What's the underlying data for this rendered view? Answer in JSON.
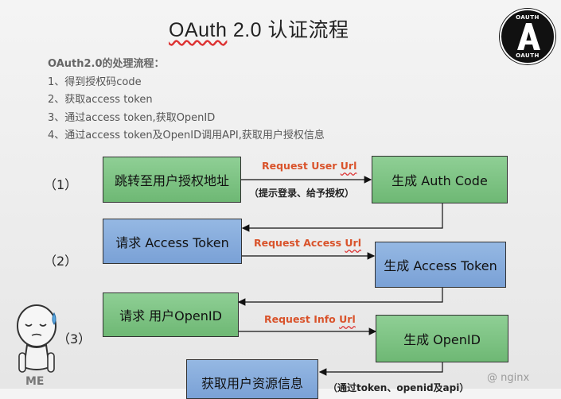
{
  "title": "OAuth 2.0 认证流程",
  "title_prefix": "OAuth",
  "title_rest": " 2.0 认证流程",
  "steps": {
    "heading": "OAuth2.0的处理流程：",
    "items": [
      "1、得到授权码code",
      "2、获取access token",
      "3、通过access token,获取OpenID",
      "4、通过access token及OpenID调用API,获取用户授权信息"
    ]
  },
  "phases": [
    "（1）",
    "（2）",
    "（3）"
  ],
  "boxes": {
    "redirect": "跳转至用户授权地址",
    "auth_code": "生成 Auth Code",
    "request_token": "请求 Access Token",
    "access_token": "生成 Access Token",
    "request_openid": "请求 用户OpenID",
    "openid": "生成 OpenID",
    "get_info": "获取用户资源信息"
  },
  "requests": {
    "user_url": {
      "prefix": "Request User ",
      "suffix": "Url"
    },
    "access_url": {
      "prefix": "Request Access ",
      "suffix": "Url"
    },
    "info_url": {
      "prefix": "Request Info ",
      "suffix": "Url"
    }
  },
  "notes": {
    "login": "（提示登录、给予授权）",
    "api": "（通过token、openid及api）"
  },
  "logo": {
    "top_text": "OAUTH",
    "bottom_text": "OAUTH",
    "letter": "A"
  },
  "watermark": "@ nginx",
  "mascot": {
    "badge": "ME"
  },
  "colors": {
    "green_box": "#7dc283",
    "blue_box": "#86abdc",
    "request_label": "#d9532b"
  }
}
